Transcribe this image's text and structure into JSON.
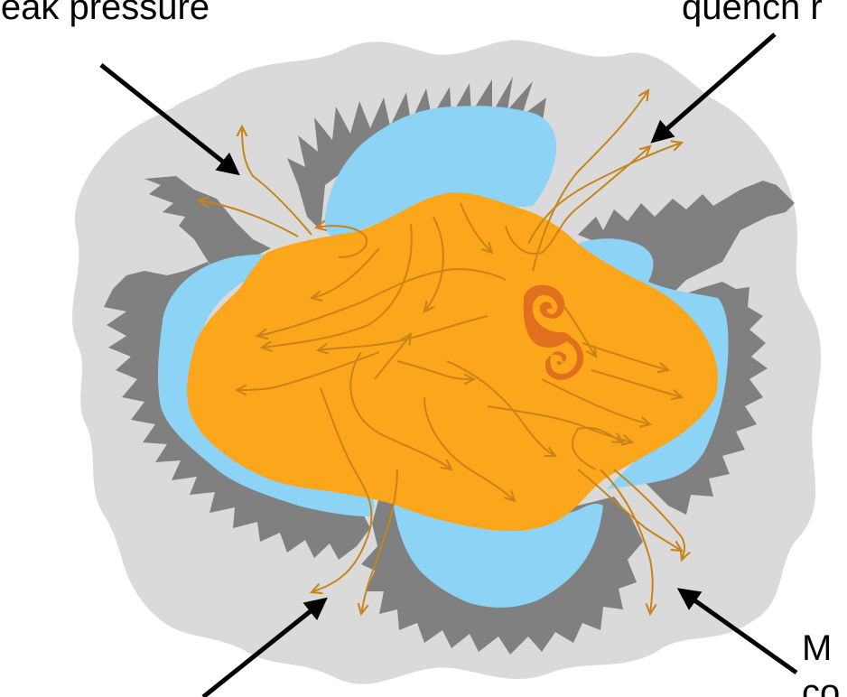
{
  "labels": {
    "top_left": "leak pressure",
    "top_right": "quench r",
    "bottom_right_line1": "M",
    "bottom_right_line2": "co"
  },
  "colors": {
    "background_haze": "#dadada",
    "dark_fringe": "#808080",
    "light_blue": "#8dd3f5",
    "orange_core": "#fba61b",
    "flow_lines": "#c8831a",
    "swirl": "#e0701e",
    "arrows": "#000000"
  }
}
